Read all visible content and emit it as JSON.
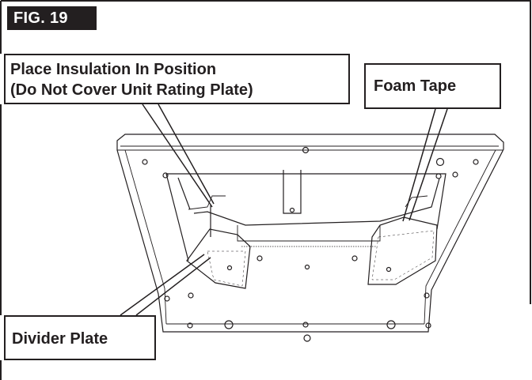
{
  "figure": {
    "label": "FIG. 19"
  },
  "callouts": {
    "insulation_line1": "Place Insulation In Position",
    "insulation_line2": "(Do Not Cover Unit Rating Plate)",
    "foam_tape": "Foam Tape",
    "divider_plate": "Divider Plate"
  },
  "colors": {
    "ink": "#231f20",
    "background": "#ffffff"
  }
}
